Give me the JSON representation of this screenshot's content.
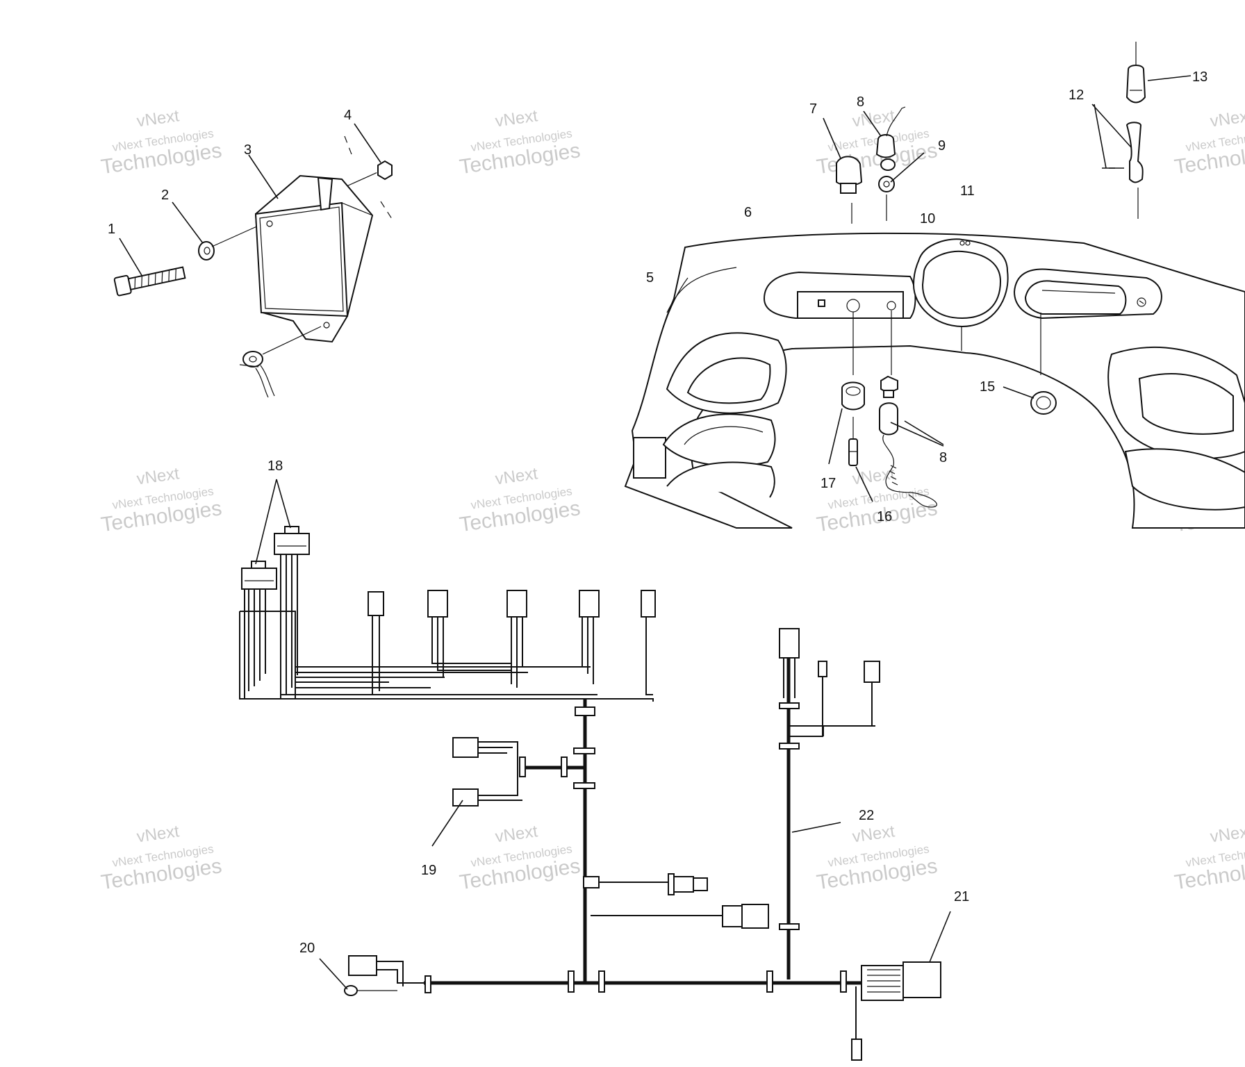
{
  "watermark": {
    "line1": "vNext Technologies",
    "line2": "Technologies",
    "line3": "vNext"
  },
  "callouts": [
    {
      "id": "1",
      "label": "1"
    },
    {
      "id": "2",
      "label": "2"
    },
    {
      "id": "3",
      "label": "3"
    },
    {
      "id": "4",
      "label": "4"
    },
    {
      "id": "5",
      "label": "5"
    },
    {
      "id": "6",
      "label": "6"
    },
    {
      "id": "7",
      "label": "7"
    },
    {
      "id": "8a",
      "label": "8"
    },
    {
      "id": "8b",
      "label": "8"
    },
    {
      "id": "9",
      "label": "9"
    },
    {
      "id": "10",
      "label": "10"
    },
    {
      "id": "11",
      "label": "11"
    },
    {
      "id": "12",
      "label": "12"
    },
    {
      "id": "13",
      "label": "13"
    },
    {
      "id": "15",
      "label": "15"
    },
    {
      "id": "16",
      "label": "16"
    },
    {
      "id": "17",
      "label": "17"
    },
    {
      "id": "18",
      "label": "18"
    },
    {
      "id": "19",
      "label": "19"
    },
    {
      "id": "20",
      "label": "20"
    },
    {
      "id": "21",
      "label": "21"
    },
    {
      "id": "22",
      "label": "22"
    }
  ],
  "colors": {
    "line": "#111111",
    "watermark": "#b9b9b9",
    "background": "#ffffff"
  }
}
